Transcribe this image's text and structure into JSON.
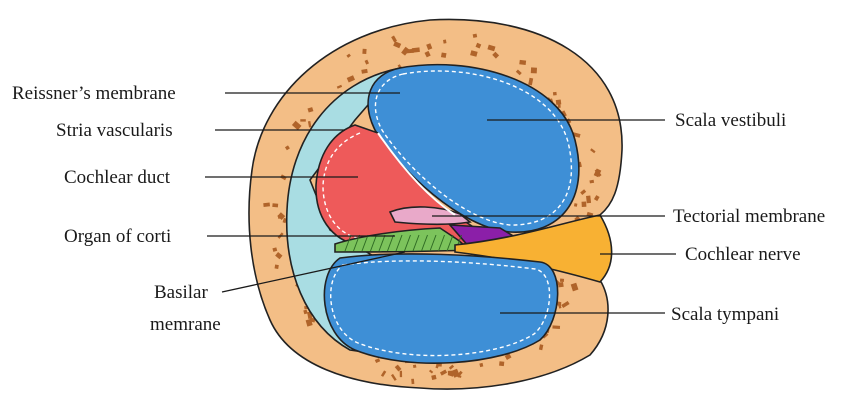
{
  "labels": {
    "reissners_membrane": "Reissner’s membrane",
    "stria_vascularis": "Stria vascularis",
    "cochlear_duct": "Cochlear duct",
    "organ_of_corti": "Organ of corti",
    "basilar_line1": "Basilar",
    "basilar_line2": "memrane",
    "scala_vestibuli": "Scala vestibuli",
    "tectorial_membrane": "Tectorial membrane",
    "cochlear_nerve": "Cochlear nerve",
    "scala_tympani": "Scala tympani"
  },
  "colors": {
    "bone": "#F3BE86",
    "bone_speckle": "#B0642A",
    "stria_wall": "#A9DDE3",
    "scala_fill": "#3E8FD6",
    "cochlear_duct": "#EE5A5A",
    "tectorial": "#E9A9C9",
    "organ_purple": "#8B1FA8",
    "basilar_green": "#7CC35C",
    "nerve": "#F8B133"
  }
}
